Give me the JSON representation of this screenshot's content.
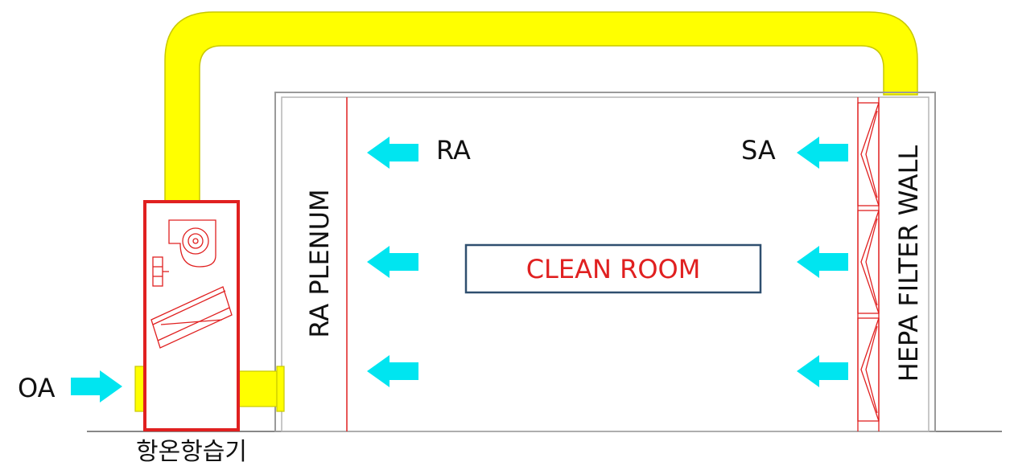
{
  "labels": {
    "ra": "RA",
    "sa": "SA",
    "oa": "OA",
    "ra_plenum": "RA PLENUM",
    "hepa_wall": "HEPA FILTER WALL",
    "clean_room": "CLEAN ROOM",
    "ahu": "항온항습기"
  },
  "colors": {
    "duct": "#ffff00",
    "duct_outline": "#c8c800",
    "airflow_arrow": "#00e5f0",
    "unit_red": "#e02020",
    "room_box": "#2f4f6f",
    "room_text": "#e02020",
    "wall": "#9a9a9a"
  }
}
